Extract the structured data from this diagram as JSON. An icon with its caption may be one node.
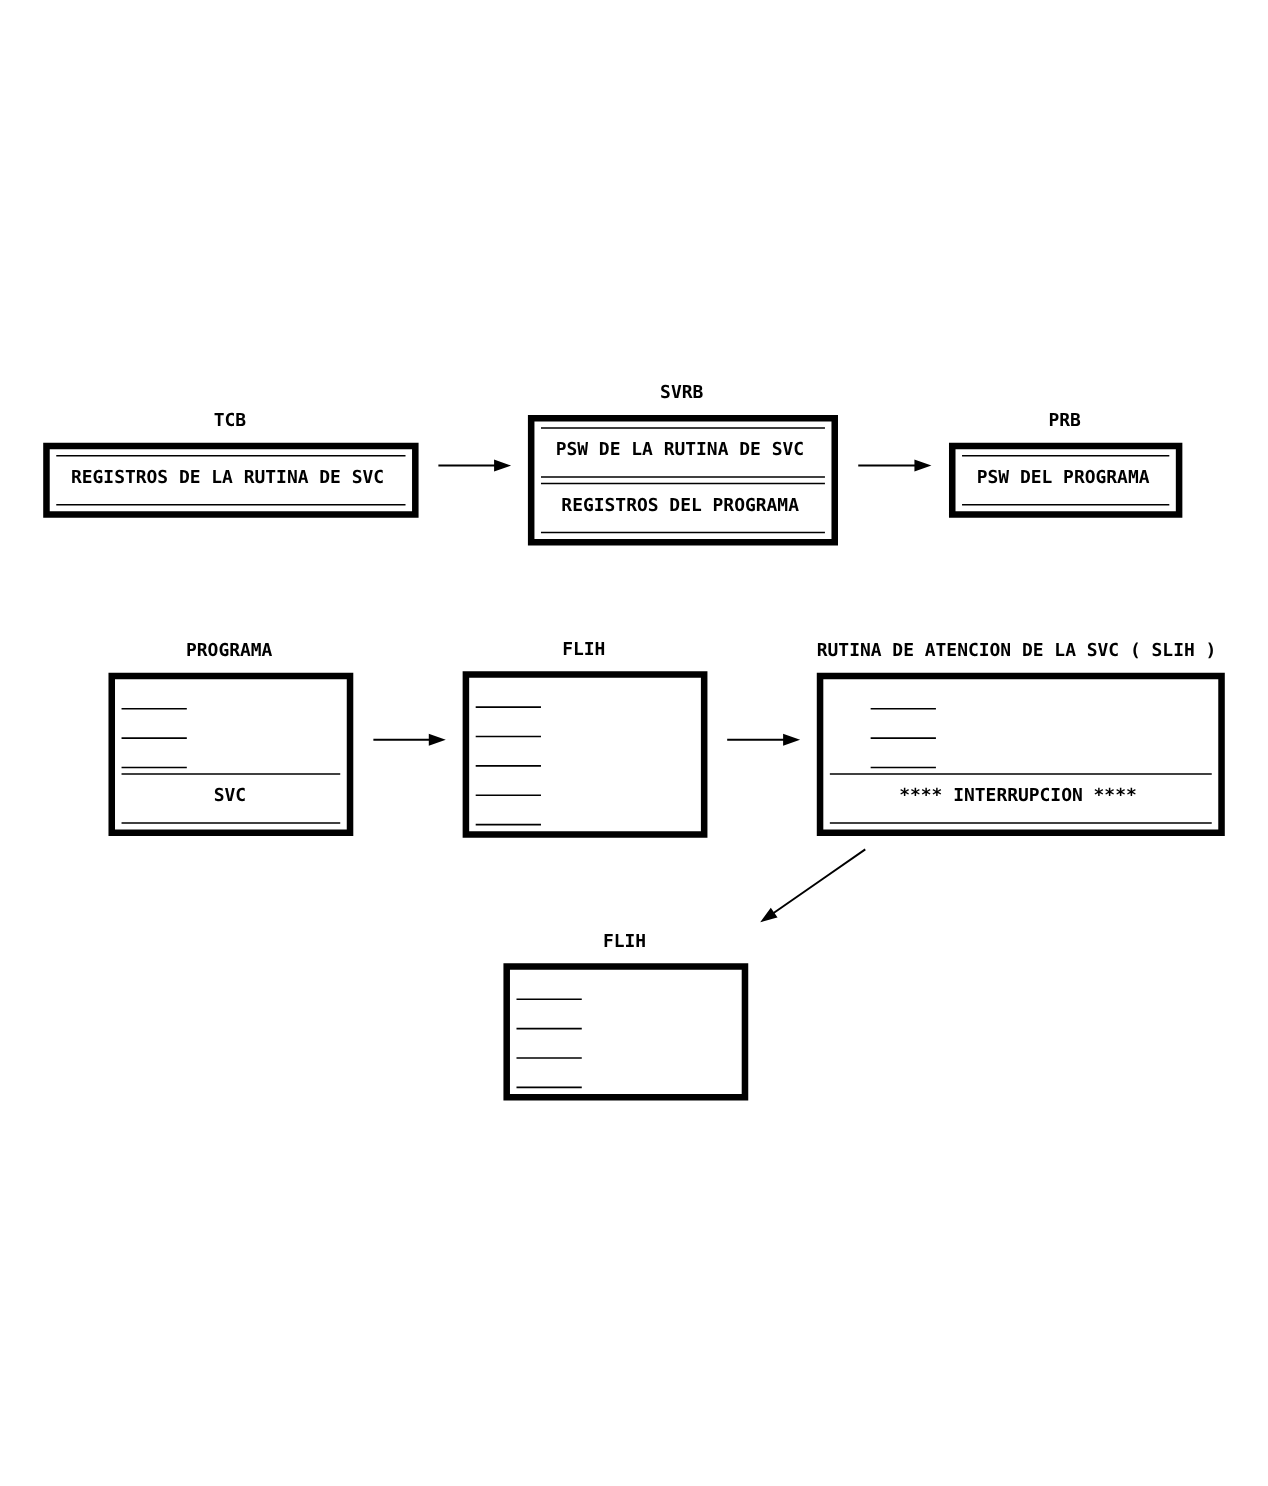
{
  "diagram": {
    "nodes": [
      {
        "text": [
          "TCB",
          "REGISTROS DE LA RUTINA DE SVC"
        ]
      },
      {
        "text": [
          "PRB",
          "PSW DEL PROGRAMA"
        ]
      },
      {
        "text": [
          "SVRB",
          "PSW DE LA RUTINA DE SVC",
          "REGISTROS DEL PROGRAMA"
        ]
      },
      {
        "text": [
          "PROGRAMA",
          "SVC"
        ]
      },
      {
        "text": [
          "FLIH"
        ]
      },
      {
        "text": [
          "RUTINA DE ATENCION DE LA SVC ( SLIH )",
          "**** INTERRUPCION ****"
        ]
      },
      {
        "text": [
          "FLIH"
        ]
      }
    ],
    "edges": [
      {
        "from": 0,
        "to": 2,
        "arrow": "to"
      },
      {
        "from": 2,
        "to": 1,
        "arrow": "to"
      },
      {
        "from": 3,
        "to": 4,
        "arrow": "to"
      },
      {
        "from": 4,
        "to": 5,
        "arrow": "to"
      },
      {
        "from": 5,
        "to": 6,
        "arrow": "to"
      }
    ]
  }
}
